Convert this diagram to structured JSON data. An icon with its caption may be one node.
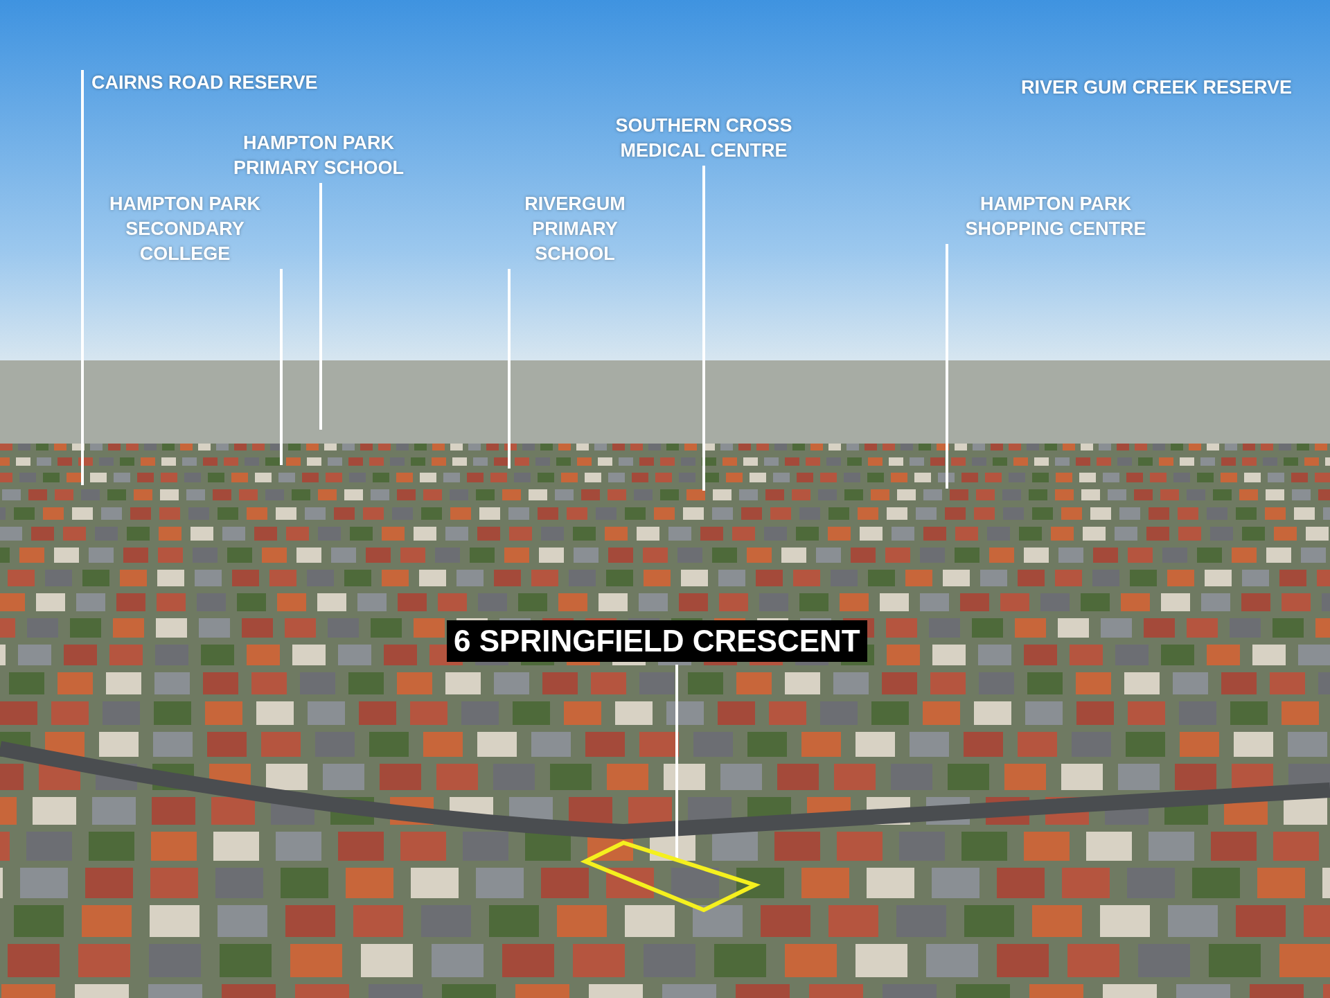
{
  "diagram": {
    "nodes": [
      {
        "text": [
          "CAIRNS ROAD RESERVE"
        ]
      },
      {
        "text": [
          "HAMPTON PARK PRIMARY SCHOOL"
        ]
      },
      {
        "text": [
          "SOUTHERN CROSS MEDICAL CENTRE"
        ]
      },
      {
        "text": [
          "HAMPTON PARK SECONDARY COLLEGE"
        ]
      },
      {
        "text": [
          "RIVERGUM PRIMARY SCHOOL"
        ]
      },
      {
        "text": [
          "HAMPTON PARK SHOPPING CENTRE"
        ]
      },
      {
        "text": [
          "6 SPRINGFIELD CRESCENT"
        ]
      },
      {
        "text": [],
        "shape": "box"
      }
    ],
    "edges": [
      {
        "from": 0,
        "to": null,
        "arrow": "none"
      },
      {
        "from": 1,
        "to": null,
        "arrow": "none"
      },
      {
        "from": 2,
        "to": null,
        "arrow": "none"
      },
      {
        "from": 3,
        "to": null,
        "arrow": "none"
      },
      {
        "from": 4,
        "to": null,
        "arrow": "none"
      },
      {
        "from": 5,
        "to": null,
        "arrow": "none"
      },
      {
        "from": 6,
        "to": 7,
        "arrow": "none"
      }
    ],
    "labels": [
      "RIVER GUM CREEK RESERVE"
    ]
  }
}
